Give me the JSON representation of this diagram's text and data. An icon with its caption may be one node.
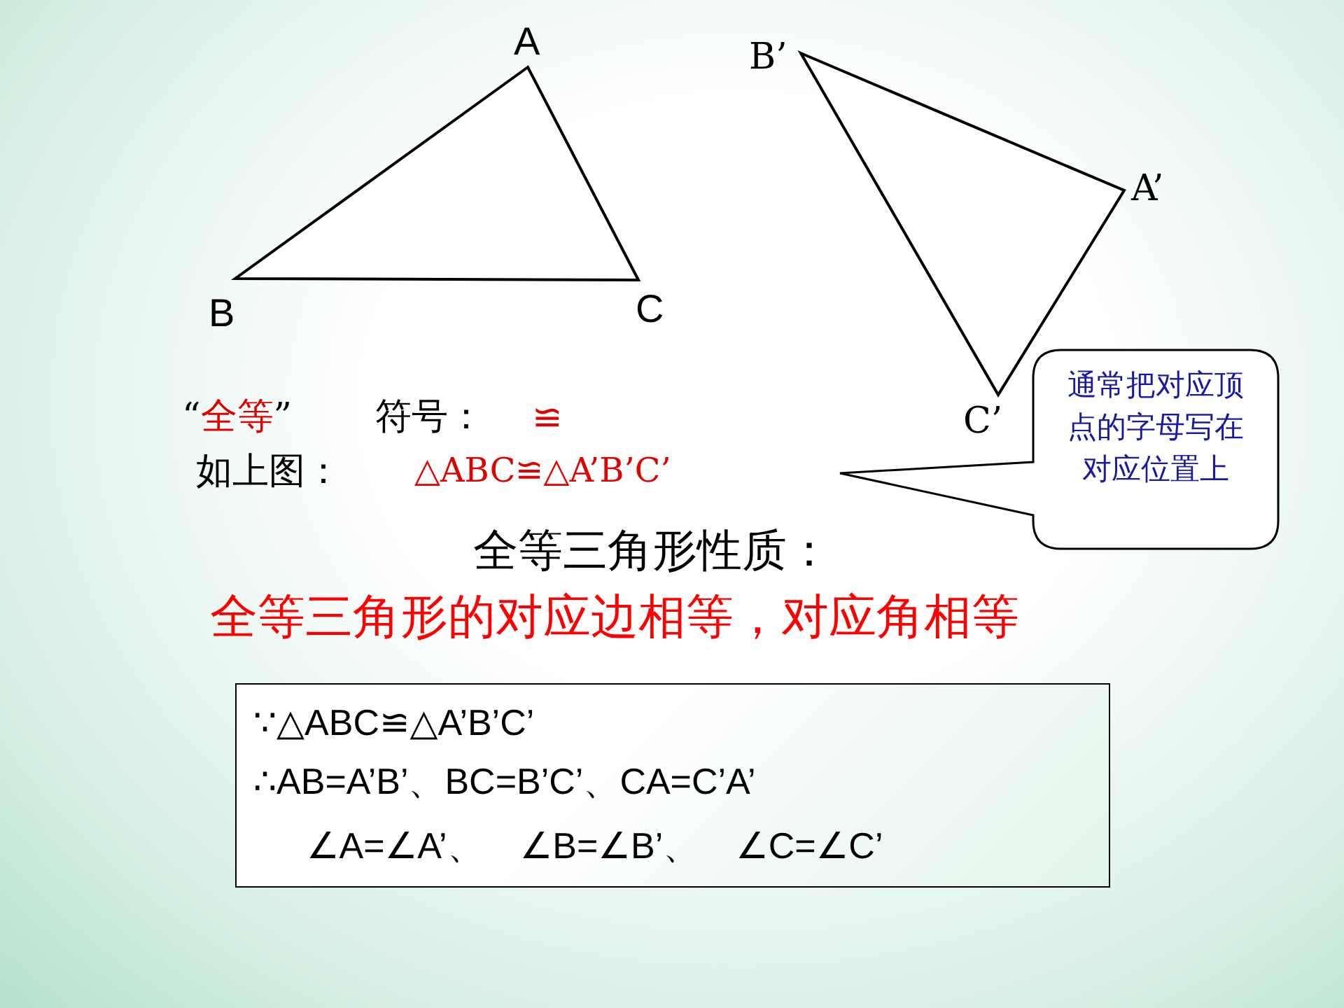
{
  "diagram": {
    "nodes": [
      {
        "text": [
          "通常把对应顶点的字母写在对应位置上"
        ]
      },
      {
        "text": [
          "∵△ABC≌△A’B’C’",
          "∴AB=A’B’、BC=B’C’、CA=C’A’",
          "∠A=∠A’、　∠B=∠B’、　∠C=∠C’"
        ]
      }
    ],
    "labels": [
      "A",
      "B’",
      "A’",
      "B",
      "C",
      "“全等”",
      "符号：",
      "≌",
      "C’",
      "如上图：",
      "△ABC≌△A’B’C’",
      "全等三角形性质：",
      "全等三角形的对应边相等，对应角相等"
    ]
  }
}
